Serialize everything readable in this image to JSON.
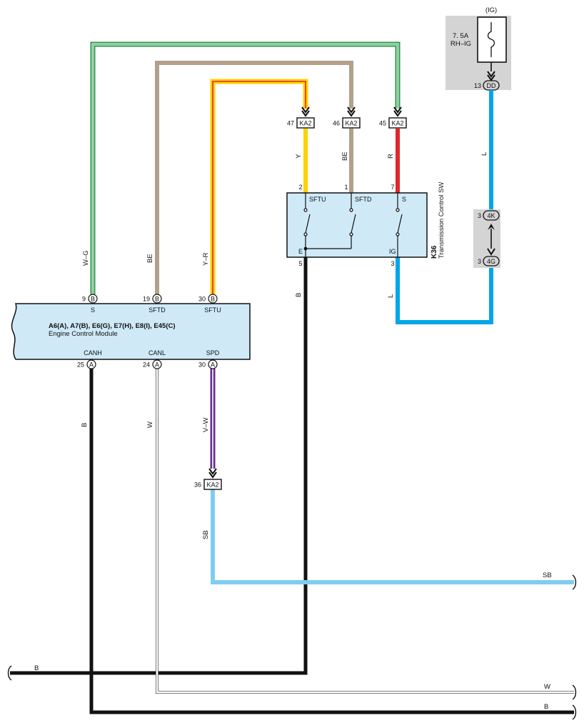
{
  "fuse": {
    "ig_label": "(IG)",
    "rating": "7. 5A",
    "name": "RH–IG",
    "pin": "13",
    "connector": "DD"
  },
  "junction": {
    "pin_top": "3",
    "connector_top": "4K",
    "pin_bottom": "3",
    "connector_bottom": "4G"
  },
  "ka2_connectors": [
    {
      "pin": "47",
      "label": "KA2"
    },
    {
      "pin": "46",
      "label": "KA2"
    },
    {
      "pin": "45",
      "label": "KA2"
    },
    {
      "pin": "36",
      "label": "KA2"
    }
  ],
  "switch": {
    "code": "K36",
    "name": "Transmission Control SW",
    "pins_top": [
      {
        "pin": "2",
        "label": "SFTU"
      },
      {
        "pin": "1",
        "label": "SFTD"
      },
      {
        "pin": "7",
        "label": "S"
      }
    ],
    "pin_e": "E",
    "pin_e_num": "5",
    "pin_ig": "IG",
    "pin_ig_num": "3"
  },
  "ecm": {
    "connectors": "A6(A), A7(B), E6(G), E7(H), E8(I), E45(C)",
    "name": "Engine Control Module",
    "top_pins": [
      {
        "pin": "9",
        "conn": "B",
        "label": "S"
      },
      {
        "pin": "19",
        "conn": "B",
        "label": "SFTD"
      },
      {
        "pin": "30",
        "conn": "B",
        "label": "SFTU"
      }
    ],
    "bottom_pins": [
      {
        "pin": "25",
        "conn": "A",
        "label": "CANH"
      },
      {
        "pin": "24",
        "conn": "A",
        "label": "CANL"
      },
      {
        "pin": "30",
        "conn": "A",
        "label": "SPD"
      }
    ]
  },
  "wire_colors": {
    "w_g": "W–G",
    "be_left": "BE",
    "y_r": "Y–R",
    "y": "Y",
    "be_right": "BE",
    "r": "R",
    "l_top": "L",
    "l_bottom": "L",
    "b_switch": "B",
    "b_canh": "B",
    "w_canl": "W",
    "v_w": "V–W",
    "sb_vertical": "SB",
    "sb_right": "SB",
    "b_bottom_left": "B",
    "w_bottom_right": "W",
    "b_bottom_right": "B"
  },
  "palette": {
    "light_blue": "#00a6e6",
    "sky_blue": "#7fcdf0",
    "tan": "#b2a08b",
    "yellow": "#ffd200",
    "red": "#e3262c",
    "green": "#2e9a4f",
    "violet": "#6a2c91",
    "component_fill": "#cfe9f7",
    "fuse_box": "#d4d4d4"
  }
}
